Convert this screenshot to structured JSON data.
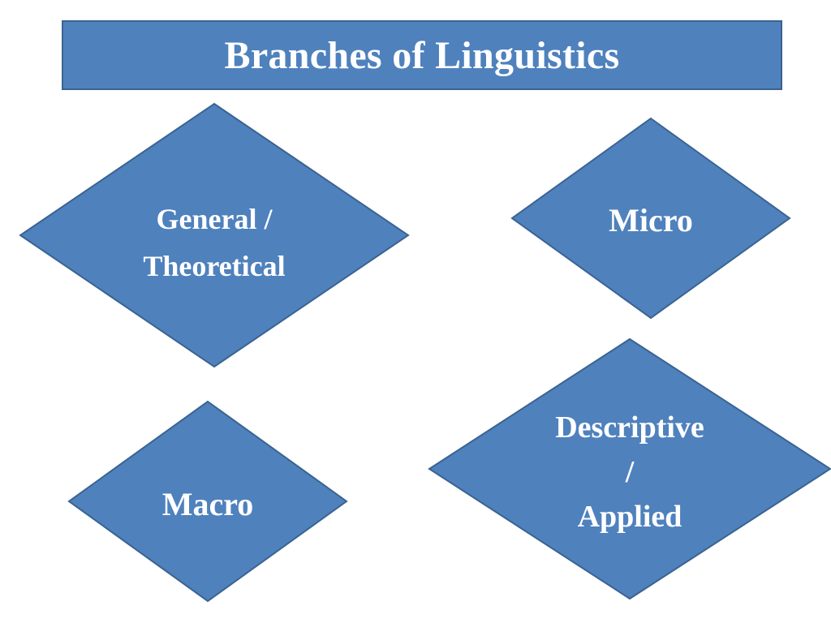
{
  "diagram": {
    "title": "Branches of Linguistics",
    "colors": {
      "fill": "#4f81bd",
      "stroke": "#3a6391",
      "text": "#ffffff"
    },
    "nodes": [
      {
        "id": "general",
        "lines": [
          "General /",
          "Theoretical"
        ]
      },
      {
        "id": "micro",
        "lines": [
          "Micro"
        ]
      },
      {
        "id": "macro",
        "lines": [
          "Macro"
        ]
      },
      {
        "id": "descriptive",
        "lines": [
          "Descriptive",
          "/",
          "Applied"
        ]
      }
    ]
  }
}
